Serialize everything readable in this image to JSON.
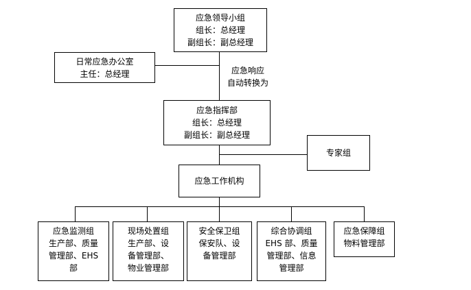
{
  "leadership": {
    "title": "应急领导小组",
    "line1": "组长：总经理",
    "line2": "副组长：副总经理"
  },
  "office": {
    "title": "日常应急办公室",
    "line1": "主任：总经理"
  },
  "switch_label": {
    "line1": "应急响应",
    "line2": "自动转换为"
  },
  "command": {
    "title": "应急指挥部",
    "line1": "组长：总经理",
    "line2": "副组长：副总经理"
  },
  "experts": {
    "title": "专家组"
  },
  "working": {
    "title": "应急工作机构"
  },
  "groups": [
    {
      "lines": [
        "应急监测组",
        "生产部、质量",
        "管理部、EHS",
        "部"
      ]
    },
    {
      "lines": [
        "现场处置组",
        "生产部、设",
        "备管理部、",
        "物业管理部"
      ]
    },
    {
      "lines": [
        "安全保卫组",
        "保安队、设",
        "备管理部"
      ]
    },
    {
      "lines": [
        "综合协调组",
        "EHS 部、质量",
        "管理部、信息",
        "管理部"
      ]
    },
    {
      "lines": [
        "应急保障组",
        "物料管理部"
      ]
    }
  ]
}
